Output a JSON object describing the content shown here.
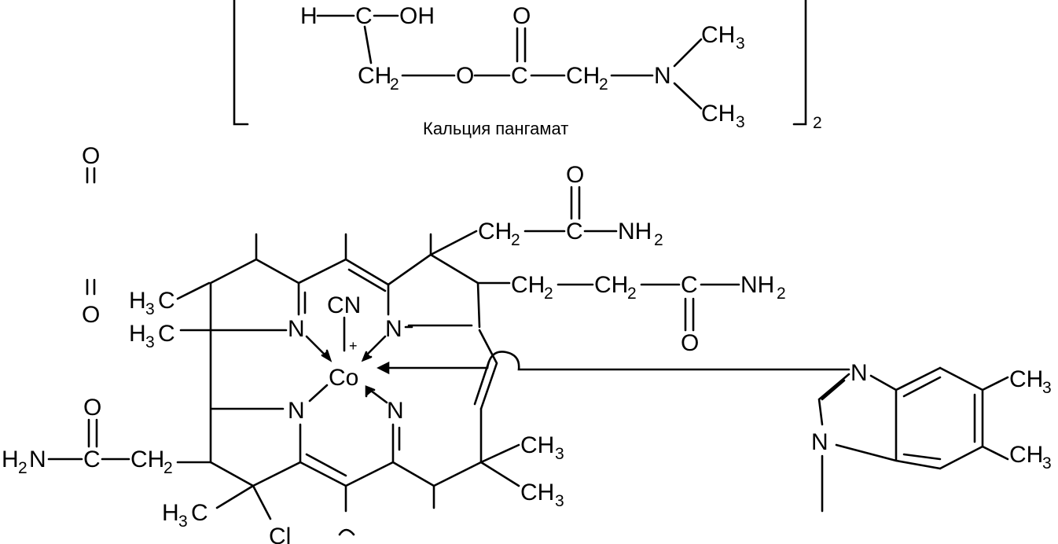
{
  "pangamate": {
    "caption": "Кальция пангамат",
    "bracket_index": "2",
    "atoms": {
      "h": "H",
      "c": "C",
      "oh": "OH",
      "o": "O",
      "ch": "CH",
      "n": "N",
      "two": "2",
      "three": "3"
    }
  },
  "cobalamin": {
    "atoms": {
      "co": "Co",
      "cn": "CN",
      "plus": "+",
      "n": "N",
      "o": "O",
      "c": "C",
      "ch": "CH",
      "h": "H",
      "nh": "NH",
      "cl": "Cl",
      "two": "2",
      "three": "3"
    }
  }
}
